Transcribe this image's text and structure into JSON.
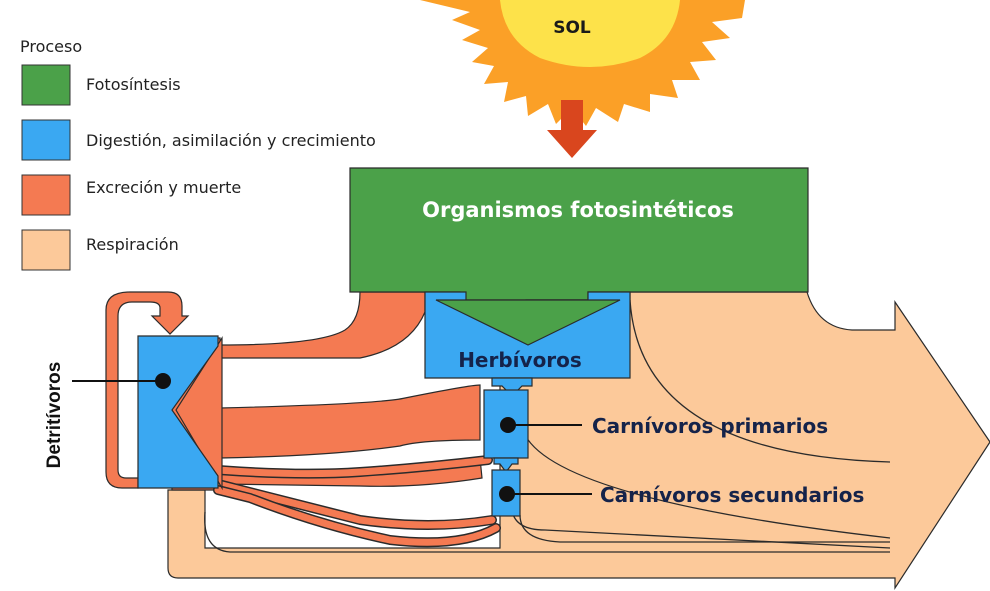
{
  "legend": {
    "title": "Proceso",
    "items": [
      {
        "label": "Fotosíntesis",
        "color": "#4ba149"
      },
      {
        "label": "Digestión, asimilación y crecimiento",
        "color": "#3aa8f2"
      },
      {
        "label": "Excreción y muerte",
        "color": "#f47a52"
      },
      {
        "label": "Respiración",
        "color": "#fcc99a"
      }
    ]
  },
  "diagram": {
    "sun_label": "SOL",
    "producers_label": "Organismos fotosintéticos",
    "herbivores_label": "Herbívoros",
    "primary_carnivores_label": "Carnívoros primarios",
    "secondary_carnivores_label": "Carnívoros secundarios",
    "detritivores_label": "Detritívoros"
  },
  "colors": {
    "sun_outer": "#fba027",
    "sun_inner": "#fde24a",
    "arrow_down": "#d9461e",
    "outline": "#2b2b2b"
  }
}
